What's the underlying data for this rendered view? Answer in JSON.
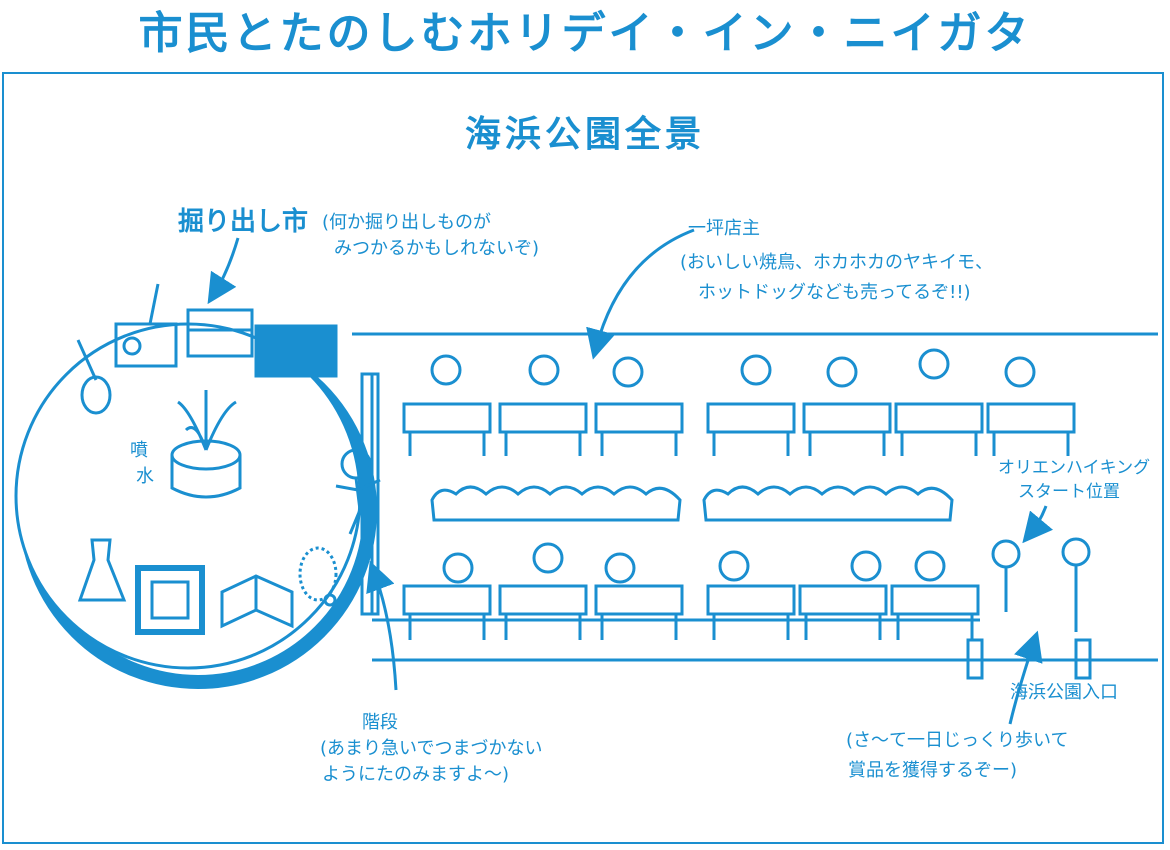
{
  "header": {
    "title": "市民とたのしむホリデイ・イン・ニイガタ"
  },
  "diagram": {
    "title": "海浜公園全景",
    "labels": {
      "flea_market": "掘り出し市",
      "flea_market_note_1": "(何か掘り出しものが",
      "flea_market_note_2": "みつかるかもしれないぞ)",
      "fountain_1": "噴",
      "fountain_2": "水",
      "stall_owner": "一坪店主",
      "stall_note_1": "(おいしい焼鳥、ホカホカのヤキイモ、",
      "stall_note_2": "ホットドッグなども売ってるぞ!!)",
      "start_point_1": "オリエンハイキング",
      "start_point_2": "スタート位置",
      "stairs": "階段",
      "stairs_note_1": "(あまり急いでつまづかない",
      "stairs_note_2": "ようにたのみますよ〜)",
      "entrance": "海浜公園入口",
      "entrance_note_1": "(さ〜て一日じっくり歩いて",
      "entrance_note_2": "賞品を獲得するぞー)"
    }
  },
  "colors": {
    "ink": "#1a8fd0",
    "background": "#ffffff"
  }
}
